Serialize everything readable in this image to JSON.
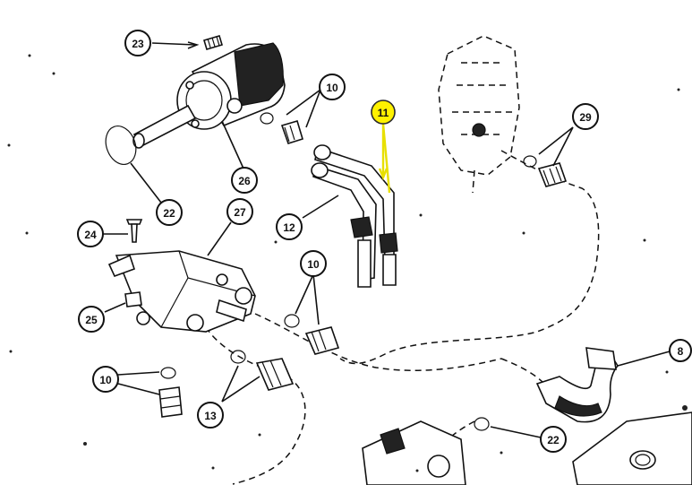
{
  "callouts": [
    {
      "id": "c23",
      "label": "23"
    },
    {
      "id": "c10a",
      "label": "10"
    },
    {
      "id": "c11",
      "label": "11"
    },
    {
      "id": "c29",
      "label": "29"
    },
    {
      "id": "c26",
      "label": "26"
    },
    {
      "id": "c22a",
      "label": "22"
    },
    {
      "id": "c27",
      "label": "27"
    },
    {
      "id": "c24",
      "label": "24"
    },
    {
      "id": "c12",
      "label": "12"
    },
    {
      "id": "c10b",
      "label": "10"
    },
    {
      "id": "c25",
      "label": "25"
    },
    {
      "id": "c10c",
      "label": "10"
    },
    {
      "id": "c13",
      "label": "13"
    },
    {
      "id": "c8",
      "label": "8"
    },
    {
      "id": "c22b",
      "label": "22"
    }
  ],
  "colors": {
    "highlight": "#fff200",
    "line": "#111111",
    "background": "#ffffff"
  }
}
